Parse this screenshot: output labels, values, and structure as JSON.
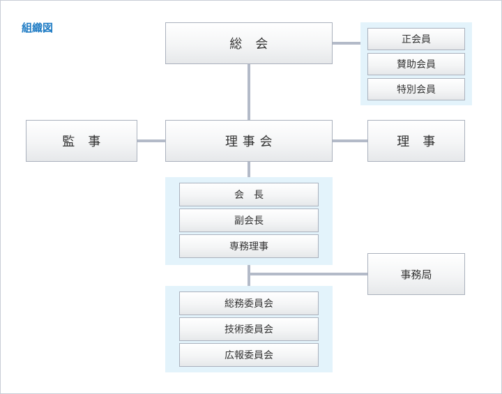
{
  "title": "組織図",
  "nodes": {
    "general_assembly": "総　会",
    "auditor": "監　事",
    "board": "理 事 会",
    "director": "理　事",
    "secretariat": "事務局"
  },
  "membership": [
    "正会員",
    "賛助会員",
    "特別会員"
  ],
  "officers": [
    "会　長",
    "副会長",
    "専務理事"
  ],
  "committees": [
    "総務委員会",
    "技術委員会",
    "広報委員会"
  ],
  "colors": {
    "title": "#1e7bc4",
    "connector": "#b3bac8",
    "group_panel": "#e3f3fb",
    "box_border": "#a9b0bc"
  }
}
